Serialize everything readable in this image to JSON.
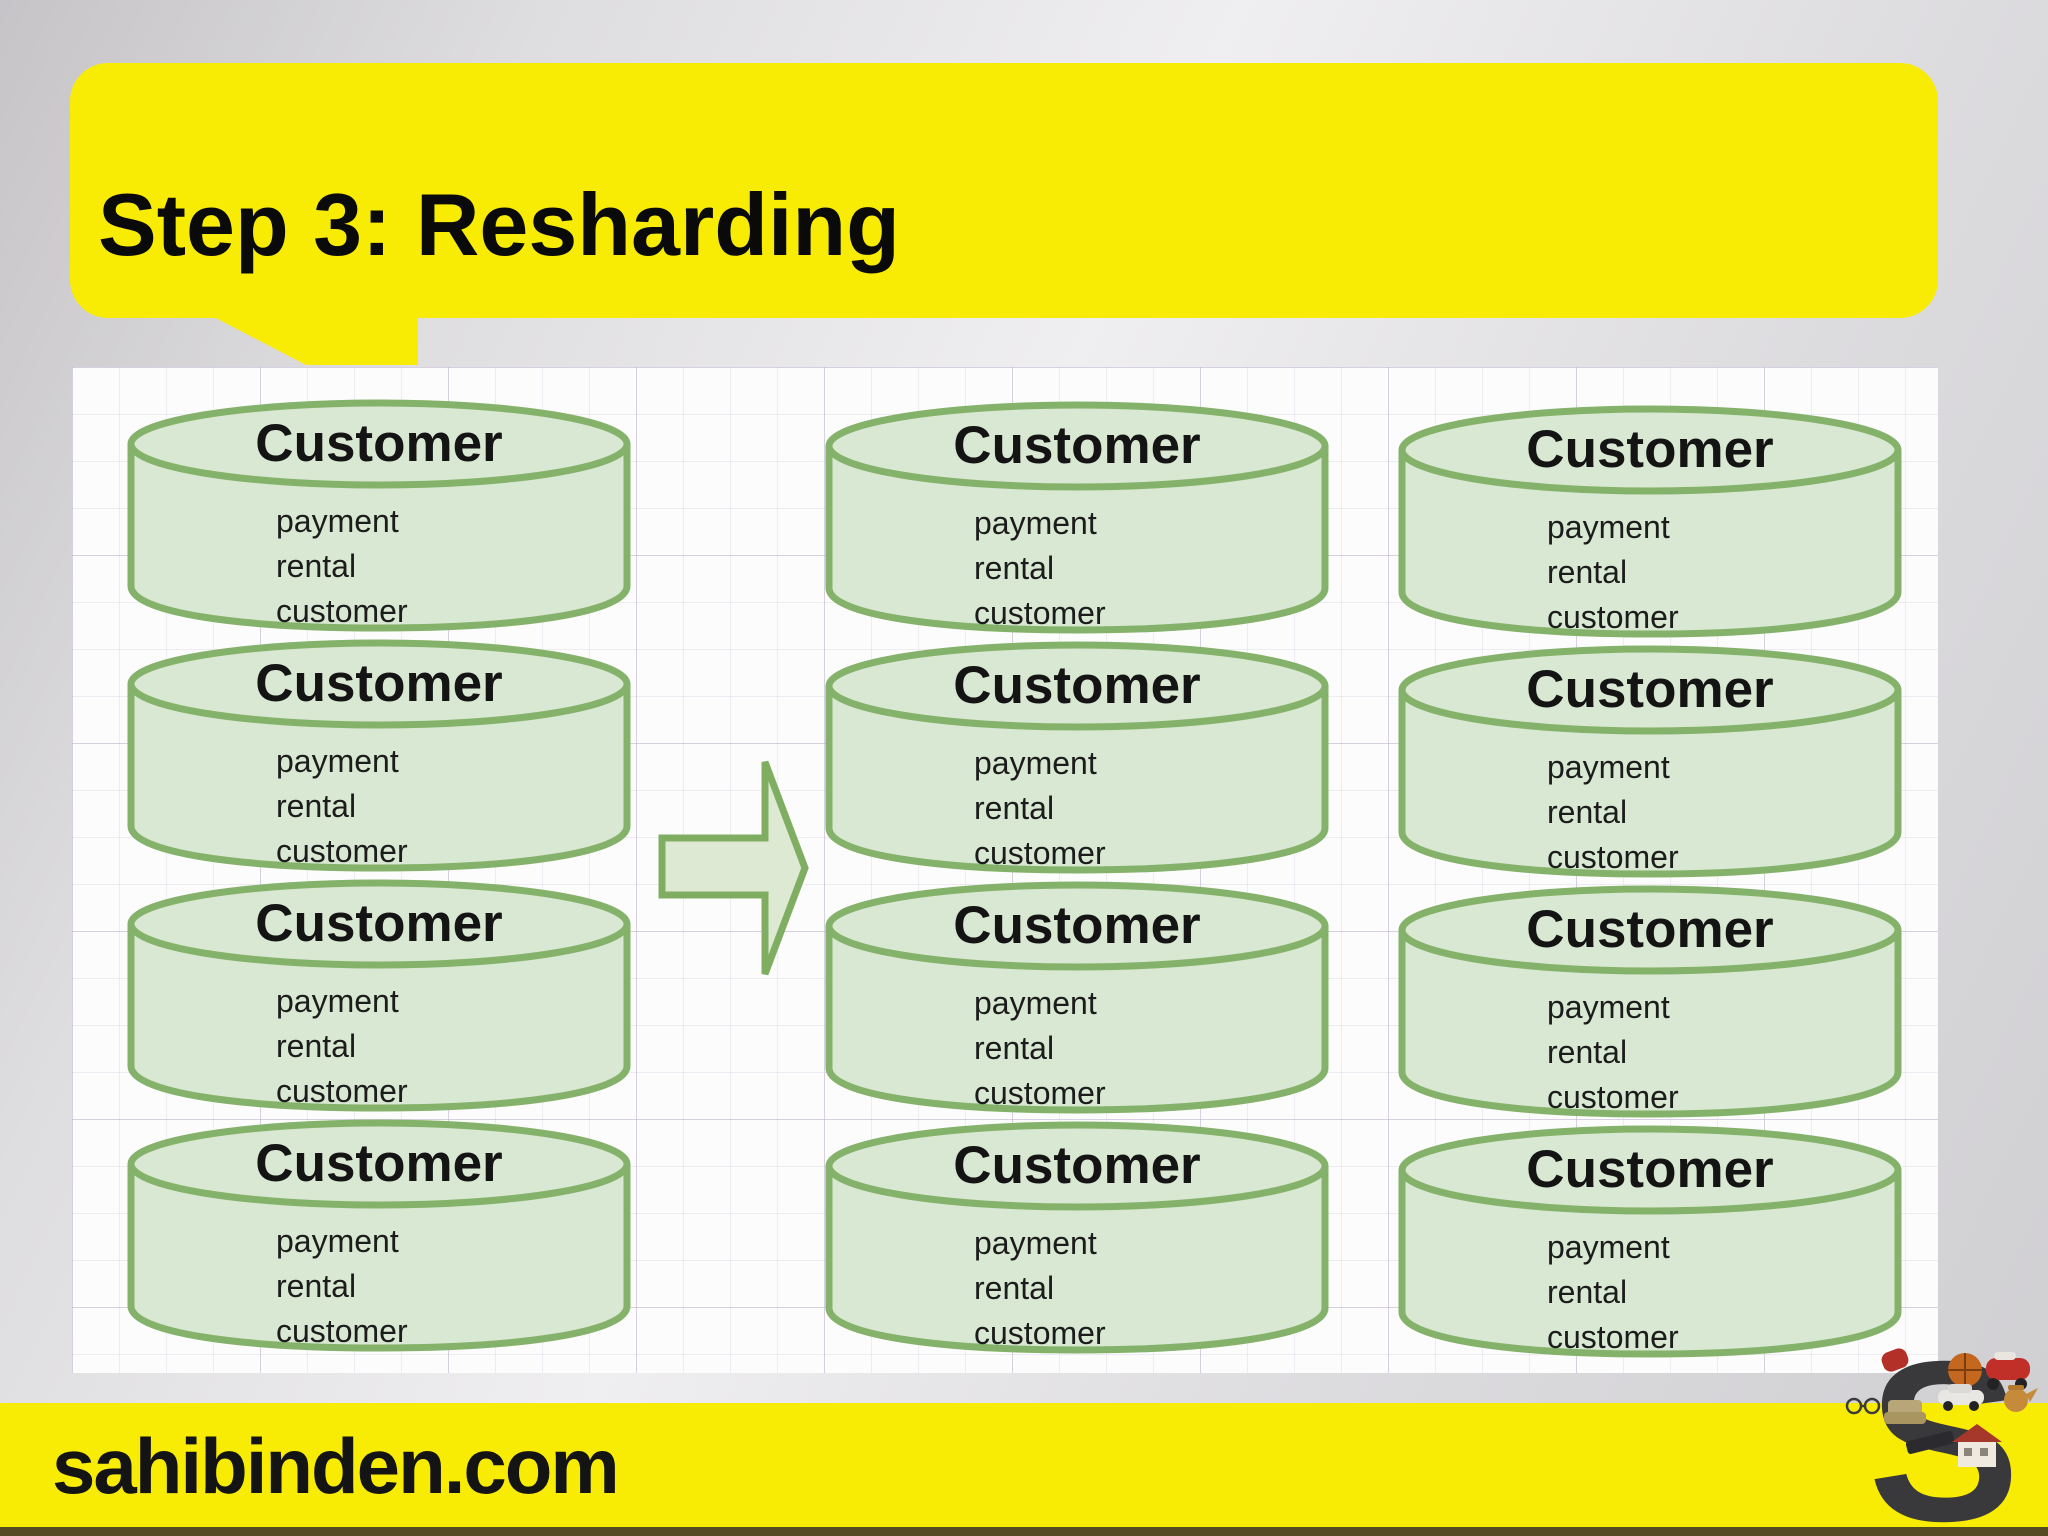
{
  "header": {
    "title": "Step 3: Resharding"
  },
  "diagram": {
    "db_title": "Customer",
    "db_items": [
      "payment",
      "rental",
      "customer"
    ],
    "columns": 3,
    "rows": 4,
    "arrow_direction": "right"
  },
  "footer": {
    "brand": "sahibinden.com",
    "logo_letter": "S"
  },
  "colors": {
    "accent_yellow": "#f8ec04",
    "db_fill": "#d9e8d2",
    "db_stroke": "#85b26a",
    "arrow_fill": "#dde9d3",
    "arrow_stroke": "#7fae63",
    "logo_dark": "#39383b"
  }
}
